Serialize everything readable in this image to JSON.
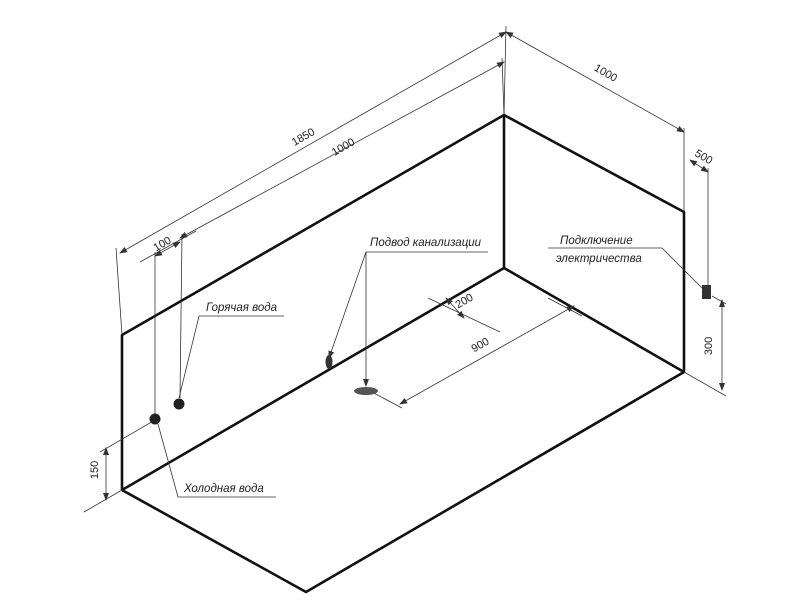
{
  "dimensions": {
    "length_total": "1850",
    "length_inner": "1000",
    "offset_left": "100",
    "depth_total": "1000",
    "depth_offset": "500",
    "drain_offset": "200",
    "drain_length": "900",
    "power_height": "300",
    "water_height": "150"
  },
  "labels": {
    "hot_water": "Горячая вода",
    "cold_water": "Холодная вода",
    "drain_connection": "Подвод канализации",
    "power_line1": "Подключение",
    "power_line2": "электричества"
  }
}
